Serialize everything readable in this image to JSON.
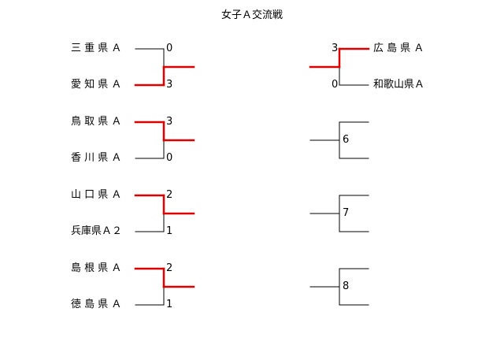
{
  "title": "女子Ａ交流戦",
  "colors": {
    "winner_line": "#e00000",
    "line": "#000000"
  },
  "left_matches": [
    {
      "top_team": "三 重 県 Ａ",
      "top_score": "0",
      "bottom_team": "愛 知 県 Ａ",
      "bottom_score": "3",
      "winner": "bottom"
    },
    {
      "top_team": "鳥 取 県 Ａ",
      "top_score": "3",
      "bottom_team": "香 川 県 Ａ",
      "bottom_score": "0",
      "winner": "top"
    },
    {
      "top_team": "山 口 県 Ａ",
      "top_score": "2",
      "bottom_team": "兵庫県Ａ２",
      "bottom_score": "1",
      "winner": "top"
    },
    {
      "top_team": "島 根 県 Ａ",
      "top_score": "2",
      "bottom_team": "徳 島 県 Ａ",
      "bottom_score": "1",
      "winner": "top"
    }
  ],
  "right_matches": [
    {
      "top_team": "広 島 県 Ａ",
      "top_score": "3",
      "bottom_team": "和歌山県Ａ",
      "bottom_score": "0",
      "winner": "top",
      "match_no": ""
    },
    {
      "top_team": "",
      "top_score": "",
      "bottom_team": "",
      "bottom_score": "",
      "winner": "",
      "match_no": "6"
    },
    {
      "top_team": "",
      "top_score": "",
      "bottom_team": "",
      "bottom_score": "",
      "winner": "",
      "match_no": "7"
    },
    {
      "top_team": "",
      "top_score": "",
      "bottom_team": "",
      "bottom_score": "",
      "winner": "",
      "match_no": "8"
    }
  ]
}
